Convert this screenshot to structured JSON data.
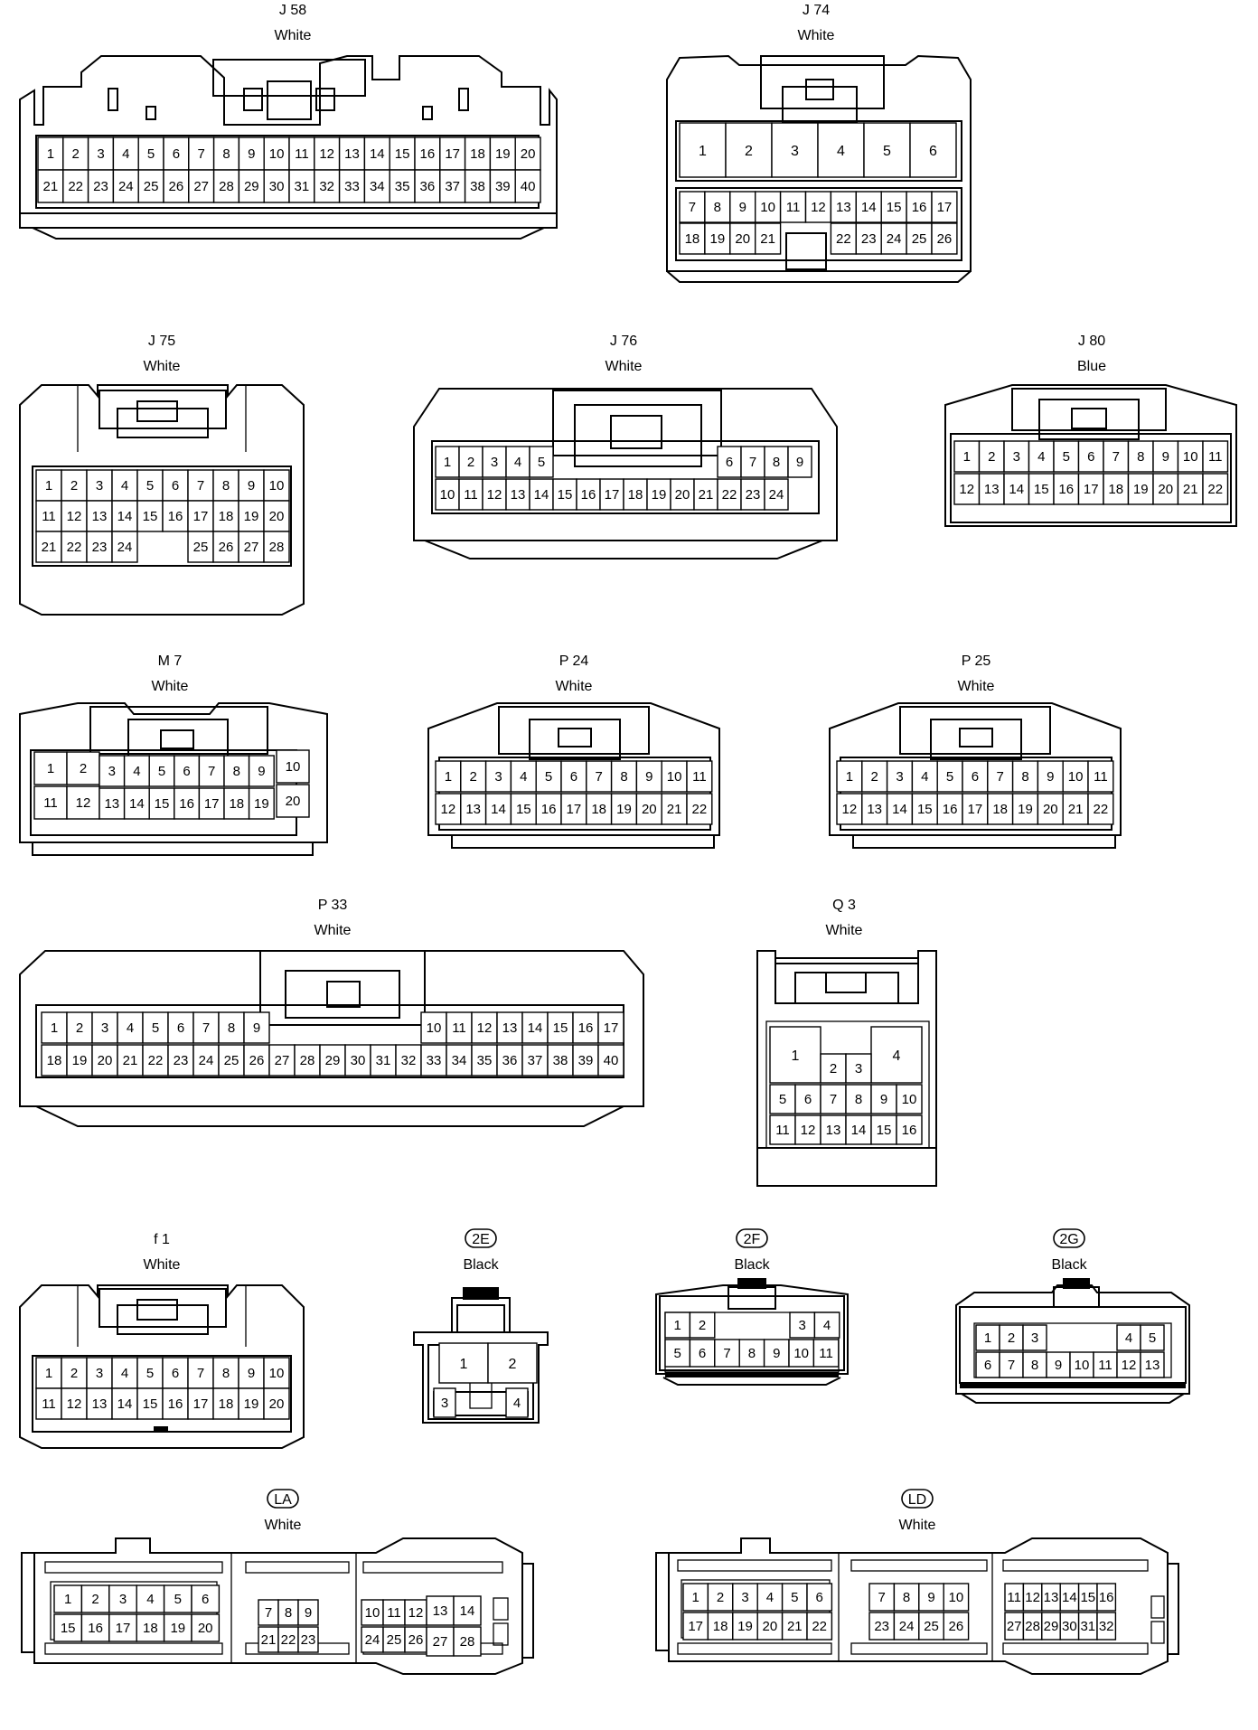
{
  "connectors": [
    {
      "id": "J58",
      "name": "J 58",
      "color": "White",
      "circled": false
    },
    {
      "id": "J74",
      "name": "J 74",
      "color": "White",
      "circled": false
    },
    {
      "id": "J75",
      "name": "J 75",
      "color": "White",
      "circled": false
    },
    {
      "id": "J76",
      "name": "J 76",
      "color": "White",
      "circled": false
    },
    {
      "id": "J80",
      "name": "J 80",
      "color": "Blue",
      "circled": false
    },
    {
      "id": "M7",
      "name": "M 7",
      "color": "White",
      "circled": false
    },
    {
      "id": "P24",
      "name": "P 24",
      "color": "White",
      "circled": false
    },
    {
      "id": "P25",
      "name": "P 25",
      "color": "White",
      "circled": false
    },
    {
      "id": "P33",
      "name": "P 33",
      "color": "White",
      "circled": false
    },
    {
      "id": "Q3",
      "name": "Q 3",
      "color": "White",
      "circled": false
    },
    {
      "id": "f1",
      "name": "f 1",
      "color": "White",
      "circled": false
    },
    {
      "id": "2E",
      "name": "2E",
      "color": "Black",
      "circled": true
    },
    {
      "id": "2F",
      "name": "2F",
      "color": "Black",
      "circled": true
    },
    {
      "id": "2G",
      "name": "2G",
      "color": "Black",
      "circled": true
    },
    {
      "id": "LA",
      "name": "LA",
      "color": "White",
      "circled": true
    },
    {
      "id": "LD",
      "name": "LD",
      "color": "White",
      "circled": true
    }
  ]
}
